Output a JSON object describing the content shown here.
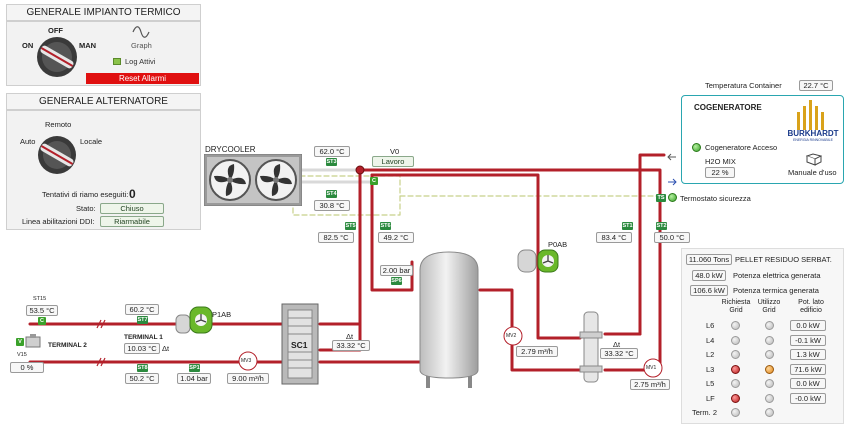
{
  "colors": {
    "pipe_hot": "#b3202a",
    "pipe_dashed": "#c8d08a",
    "accent_green": "#2b8a3e",
    "reset_red": "#e01010"
  },
  "impianto": {
    "title": "GENERALE IMPIANTO TERMICO",
    "switch_off": "OFF",
    "switch_on": "ON",
    "switch_man": "MAN",
    "graph_label": "Graph",
    "log_label": "Log Attivi",
    "reset_label": "Reset Allarmi"
  },
  "alternatore": {
    "title": "GENERALE ALTERNATORE",
    "switch_remoto": "Remoto",
    "switch_auto": "Auto",
    "switch_locale": "Locale",
    "tentativi_label": "Tentativi di riamo eseguiti:",
    "tentativi_value": "0",
    "stato_label": "Stato:",
    "stato_value": "Chiuso",
    "linea_label": "Linea abilitazioni DDI:",
    "linea_value": "Riarmabile"
  },
  "drycooler": {
    "label": "DRYCOOLER",
    "st3_temp": "62.0 °C",
    "st4_temp": "30.8 °C",
    "st5_temp": "82.5 °C",
    "st6_temp": "49.2 °C",
    "v0_label": "V0",
    "v0_state": "Lavoro",
    "sp6_pressure": "2.00 bar"
  },
  "tags": {
    "st3": "ST3",
    "st4": "ST4",
    "st5": "ST5",
    "st6": "ST6",
    "sp6": "SP6",
    "st1": "ST1",
    "st2": "ST2",
    "ts": "TS",
    "st7": "ST7",
    "st8": "ST8",
    "sp1": "SP1",
    "st15": "ST15",
    "v15": "V15",
    "v": "V",
    "c": "C",
    "mv1": "MV1",
    "mv2": "MV2",
    "mv3": "MV3"
  },
  "cogeneratore": {
    "temp_container_label": "Temperatura Container",
    "temp_container_value": "22.7 °C",
    "title": "COGENERATORE",
    "brand_name": "BURKHARDT",
    "brand_sub": "ENERGIA RINNOVABILE",
    "acceso_label": "Cogeneratore Acceso",
    "h2o_label": "H2O MIX",
    "h2o_value": "22 %",
    "manuale_label": "Manuale d'uso",
    "termostato_label": "Termostato sicurezza",
    "st1_temp": "83.4 °C",
    "st2_temp": "50.0 °C"
  },
  "hydraulics": {
    "p0ab_label": "P0AB",
    "p1ab_label": "P1AB",
    "sc1_label": "SC1",
    "dt_label": "Δt",
    "dt1_value": "33.32 °C",
    "dt2_value": "33.32 °C",
    "mv2_flow": "2.79 m³/h",
    "mv1_flow": "2.75 m³/h",
    "mv3_flow": "9.00 m³/h",
    "st7_temp": "60.2 °C",
    "st8_temp": "50.2 °C",
    "sp1_pressure": "1.04 bar",
    "terminal1_label": "TERMINAL 1",
    "terminal1_temp": "10.03 °C",
    "terminal1_dt": "Δt",
    "terminal2_label": "TERMINAL 2",
    "st15_temp": "53.5 °C",
    "v15_value": "0 %"
  },
  "pellet": {
    "residuo_value": "11.060 Tons",
    "residuo_label": "PELLET RESIDUO SERBAT.",
    "pot_el_value": "48.0 kW",
    "pot_el_label": "Potenza elettrica generata",
    "pot_term_value": "106.6 kW",
    "pot_term_label": "Potenza termica generata",
    "col_richiesta": "Richiesta Grid",
    "col_utilizzo": "Utilizzo Grid",
    "col_potlato": "Pot. lato edificio",
    "rows": [
      {
        "label": "L6",
        "value": "0.0 kW"
      },
      {
        "label": "L4",
        "value": "-0.1 kW"
      },
      {
        "label": "L2",
        "value": "1.3 kW"
      },
      {
        "label": "L3",
        "value": "71.6 kW"
      },
      {
        "label": "L5",
        "value": "0.0 kW"
      },
      {
        "label": "LF",
        "value": "-0.0 kW"
      },
      {
        "label": "Term. 2",
        "value": ""
      }
    ]
  }
}
